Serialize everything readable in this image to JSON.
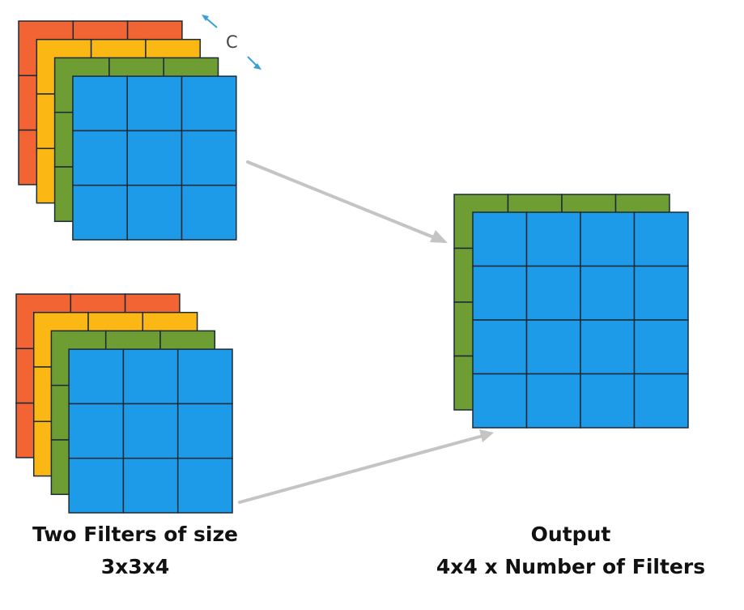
{
  "labels": {
    "channel_axis": "C",
    "filters_caption_line1": "Two Filters of size",
    "filters_caption_line2": "3x3x4",
    "output_caption_line1": "Output",
    "output_caption_line2": "4x4 x Number of Filters"
  },
  "filters": {
    "count": 2,
    "rows": 3,
    "cols": 3,
    "depth": 4
  },
  "output": {
    "rows": 4,
    "cols": 4,
    "depth": 2
  },
  "colors": {
    "layer_1": "#f26433",
    "layer_2": "#fbb714",
    "layer_3": "#6e9d34",
    "layer_4": "#1e9be8",
    "grid_line": "#1c2a36",
    "arrow": "#c4c4c4",
    "channel_arrow": "#3a9fd8"
  }
}
